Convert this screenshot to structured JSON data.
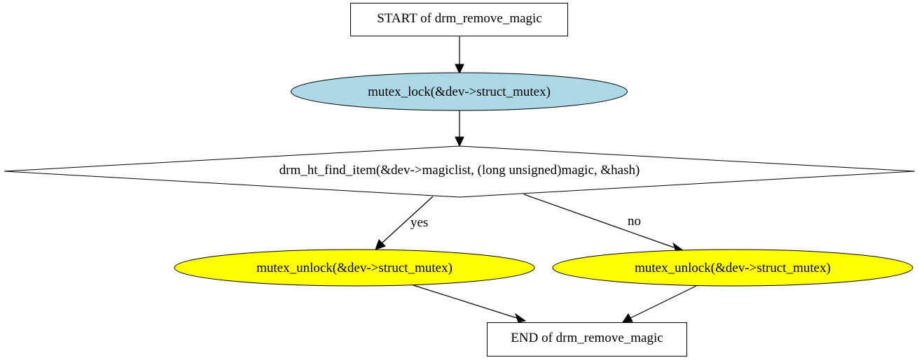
{
  "diagram": {
    "nodes": {
      "start": {
        "label": "START of drm_remove_magic",
        "fill": "#ffffff"
      },
      "lock": {
        "label": "mutex_lock(&dev->struct_mutex)",
        "fill": "#add8e6"
      },
      "find": {
        "label": "drm_ht_find_item(&dev->magiclist, (long unsigned)magic, &hash)",
        "fill": "#ffffff"
      },
      "unlock_yes": {
        "label": "mutex_unlock(&dev->struct_mutex)",
        "fill": "#ffff00"
      },
      "unlock_no": {
        "label": "mutex_unlock(&dev->struct_mutex)",
        "fill": "#ffff00"
      },
      "end": {
        "label": "END of drm_remove_magic",
        "fill": "#ffffff"
      }
    },
    "edges": {
      "yes_label": "yes",
      "no_label": "no"
    }
  }
}
